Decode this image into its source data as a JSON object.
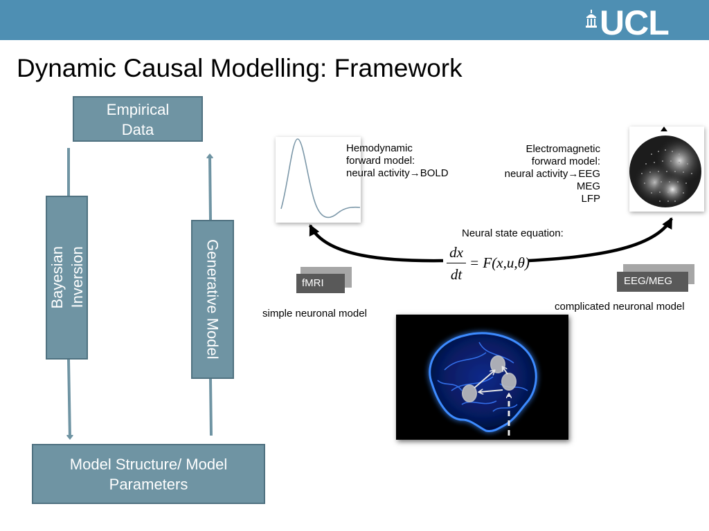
{
  "header": {
    "brand": "UCL",
    "banner_color": "#4e8fb3"
  },
  "title": "Dynamic Causal Modelling: Framework",
  "boxes": {
    "empirical": "Empirical\nData",
    "model": "Model Structure/ Model\nParameters",
    "bayesian": "Bayesian\nInversion",
    "generative": "Generative Model"
  },
  "labels": {
    "hemodynamic": "Hemodynamic\nforward model:\nneural activity→BOLD",
    "electromagnetic": "Electromagnetic\nforward model:\nneural activity→EEG\nMEG\nLFP",
    "neural_state": "Neural state equation:",
    "simple_model": "simple neuronal model",
    "complicated_model": "complicated neuronal model"
  },
  "tags": {
    "fmri": "fMRI",
    "eeg_meg": "EEG/MEG"
  },
  "equation": {
    "numerator": "dx",
    "denominator": "dt",
    "rhs": "= F(x,u,θ)"
  },
  "colors": {
    "box_fill": "#6f94a3",
    "box_border": "#4f7180",
    "arrow": "#6f94a3",
    "tag_dark": "#595959",
    "tag_light": "#a6a6a6",
    "brain_glow": "#1e6bff"
  }
}
